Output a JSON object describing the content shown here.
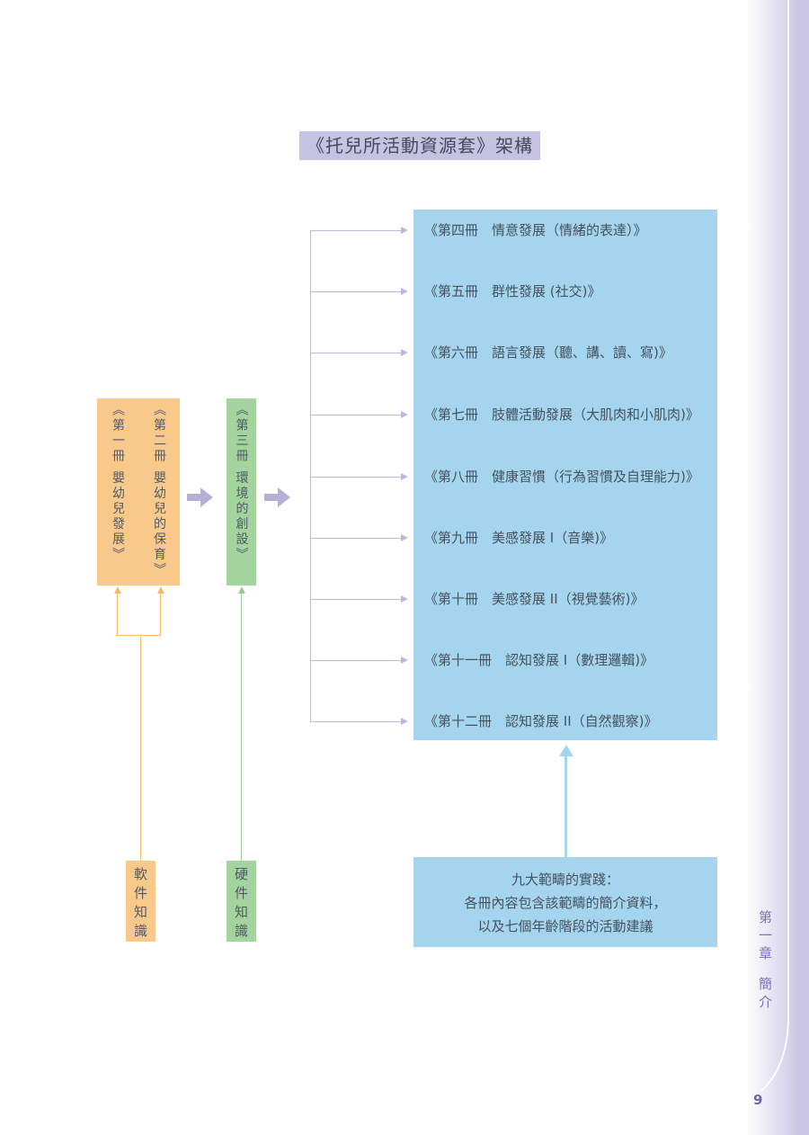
{
  "title": "《托兒所活動資源套》架構",
  "stage1": {
    "volume1": "《第一冊 嬰幼兒發展》",
    "volume2": "《第二冊 嬰幼兒的保育》"
  },
  "stage2": {
    "volume3": "《第三冊 環境的創設》"
  },
  "volumes": [
    "《第四冊　情意發展（情緒的表達）》",
    "《第五冊　群性發展 (社交)》",
    "《第六冊　語言發展（聽、講、讀、寫)》",
    "《第七冊　肢體活動發展（大肌肉和小肌肉)》",
    "《第八冊　健康習慣（行為習慣及自理能力)》",
    "《第九冊　美感發展 I（音樂)》",
    "《第十冊　美感發展 II（視覺藝術)》",
    "《第十一冊　認知發展 I（數理邏輯)》",
    "《第十二冊　認知發展 II（自然觀察)》"
  ],
  "legend": {
    "software": "軟件知識",
    "hardware": "硬件知識"
  },
  "note": {
    "line1": "九大範疇的實踐：",
    "line2": "各冊內容包含該範疇的簡介資料，",
    "line3": "以及七個年齡階段的活動建議"
  },
  "sidebar": {
    "chapter": "第一章",
    "section": "簡介",
    "page_number": "9"
  },
  "colors": {
    "orange_box": "#f9c98c",
    "green_box": "#a3d49d",
    "blue_box": "#a5d4ee",
    "lavender_arrow": "#b5b0d8",
    "connector_lavender": "#bcb8dd",
    "connector_orange": "#f2b96b",
    "connector_green": "#96cb90",
    "title_highlight": "#c6c2e2",
    "text": "#4f5b66",
    "sidebar_text": "#7c74b3"
  }
}
